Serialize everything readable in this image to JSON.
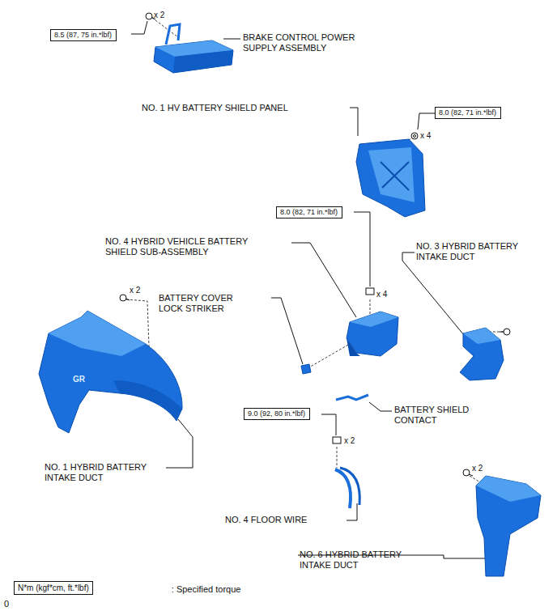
{
  "diagram": {
    "nodes": [
      {
        "text": [
          "8.5 (87, 75 in.*lbf)"
        ]
      },
      {
        "text": [
          "8.0 (82, 71 in.*lbf)"
        ]
      },
      {
        "text": [
          "8.0 (82, 71 in.*lbf)"
        ]
      },
      {
        "text": [
          "9.0 (92, 80 in.*lbf)"
        ]
      },
      {
        "text": [
          "N*m (kgf*cm, ft.*lbf)",
          ": Specified torque"
        ]
      }
    ],
    "edges": [],
    "labels": [
      "x 2",
      "BRAKE CONTROL POWER SUPPLY ASSEMBLY",
      "NO. 1 HV BATTERY SHIELD PANEL",
      "x 4",
      "NO. 4 HYBRID VEHICLE BATTERY SHIELD SUB-ASSEMBLY",
      "NO. 3 HYBRID BATTERY INTAKE DUCT",
      "x 2",
      "BATTERY COVER LOCK STRIKER",
      "x 4",
      "BATTERY SHIELD CONTACT",
      "x 2",
      "NO. 1 HYBRID BATTERY INTAKE DUCT",
      "NO. 4 FLOOR WIRE",
      "NO. 6 HYBRID BATTERY INTAKE DUCT",
      "x 2",
      "GR",
      "0"
    ]
  }
}
